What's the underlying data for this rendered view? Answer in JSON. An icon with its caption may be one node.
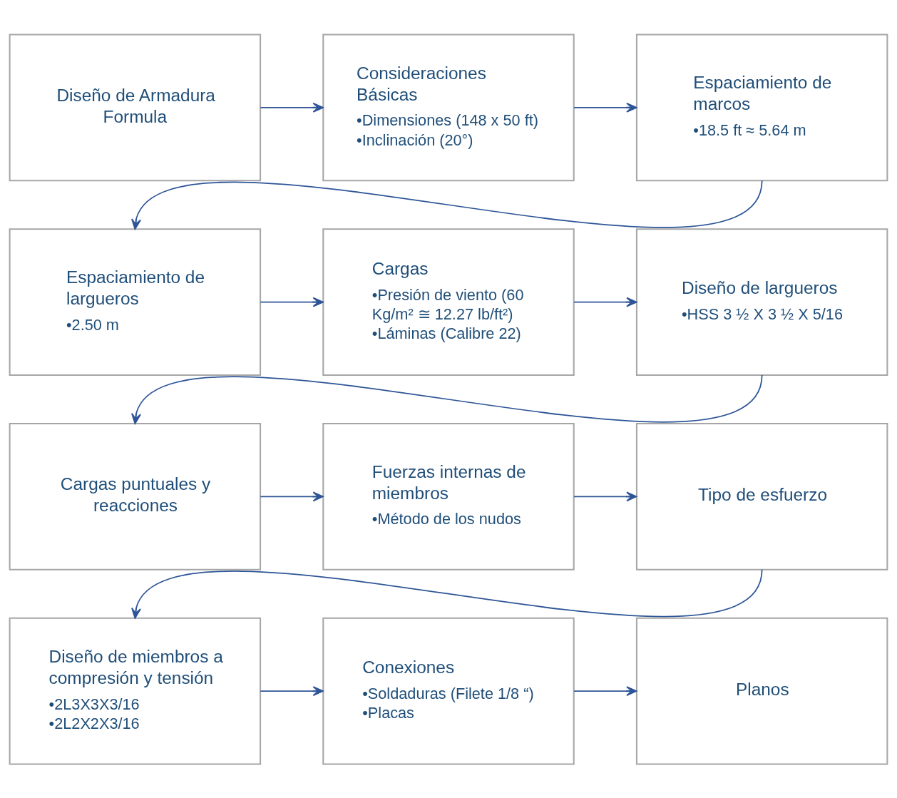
{
  "diagram": {
    "nodes": [
      {
        "text": [
          "Diseño de Armadura Formula"
        ]
      },
      {
        "text": [
          "Consideraciones Básicas",
          "•Dimensiones (148 x 50 ft)",
          "•Inclinación (20°)"
        ]
      },
      {
        "text": [
          "Espaciamiento de marcos",
          "•18.5 ft ≈ 5.64 m"
        ]
      },
      {
        "text": [
          "Espaciamiento de largueros",
          "•2.50 m"
        ]
      },
      {
        "text": [
          "Cargas",
          "•Presión de viento (60 Kg/m² ≅ 12.27 lb/ft²)",
          "•Láminas (Calibre 22)"
        ]
      },
      {
        "text": [
          "Diseño de largueros",
          "•HSS 3 ½ X 3 ½ X 5/16"
        ]
      },
      {
        "text": [
          "Cargas puntuales y reacciones"
        ]
      },
      {
        "text": [
          "Fuerzas internas de miembros",
          "•Método de los nudos"
        ]
      },
      {
        "text": [
          "Tipo de esfuerzo"
        ]
      },
      {
        "text": [
          "Diseño de miembros a compresión y tensión",
          "•2L3X3X3/16",
          "•2L2X2X3/16"
        ]
      },
      {
        "text": [
          "Conexiones",
          "•Soldaduras (Filete 1/8 “)",
          "•Placas"
        ]
      },
      {
        "text": [
          "Planos"
        ]
      }
    ],
    "edges": [
      {
        "from": 0,
        "to": 1,
        "arrow": "to"
      },
      {
        "from": 1,
        "to": 2,
        "arrow": "to"
      },
      {
        "from": 2,
        "to": 3,
        "arrow": "to"
      },
      {
        "from": 3,
        "to": 4,
        "arrow": "to"
      },
      {
        "from": 4,
        "to": 5,
        "arrow": "to"
      },
      {
        "from": 5,
        "to": 6,
        "arrow": "to"
      },
      {
        "from": 6,
        "to": 7,
        "arrow": "to"
      },
      {
        "from": 7,
        "to": 8,
        "arrow": "to"
      },
      {
        "from": 8,
        "to": 9,
        "arrow": "to"
      },
      {
        "from": 9,
        "to": 10,
        "arrow": "to"
      },
      {
        "from": 10,
        "to": 11,
        "arrow": "to"
      }
    ]
  }
}
